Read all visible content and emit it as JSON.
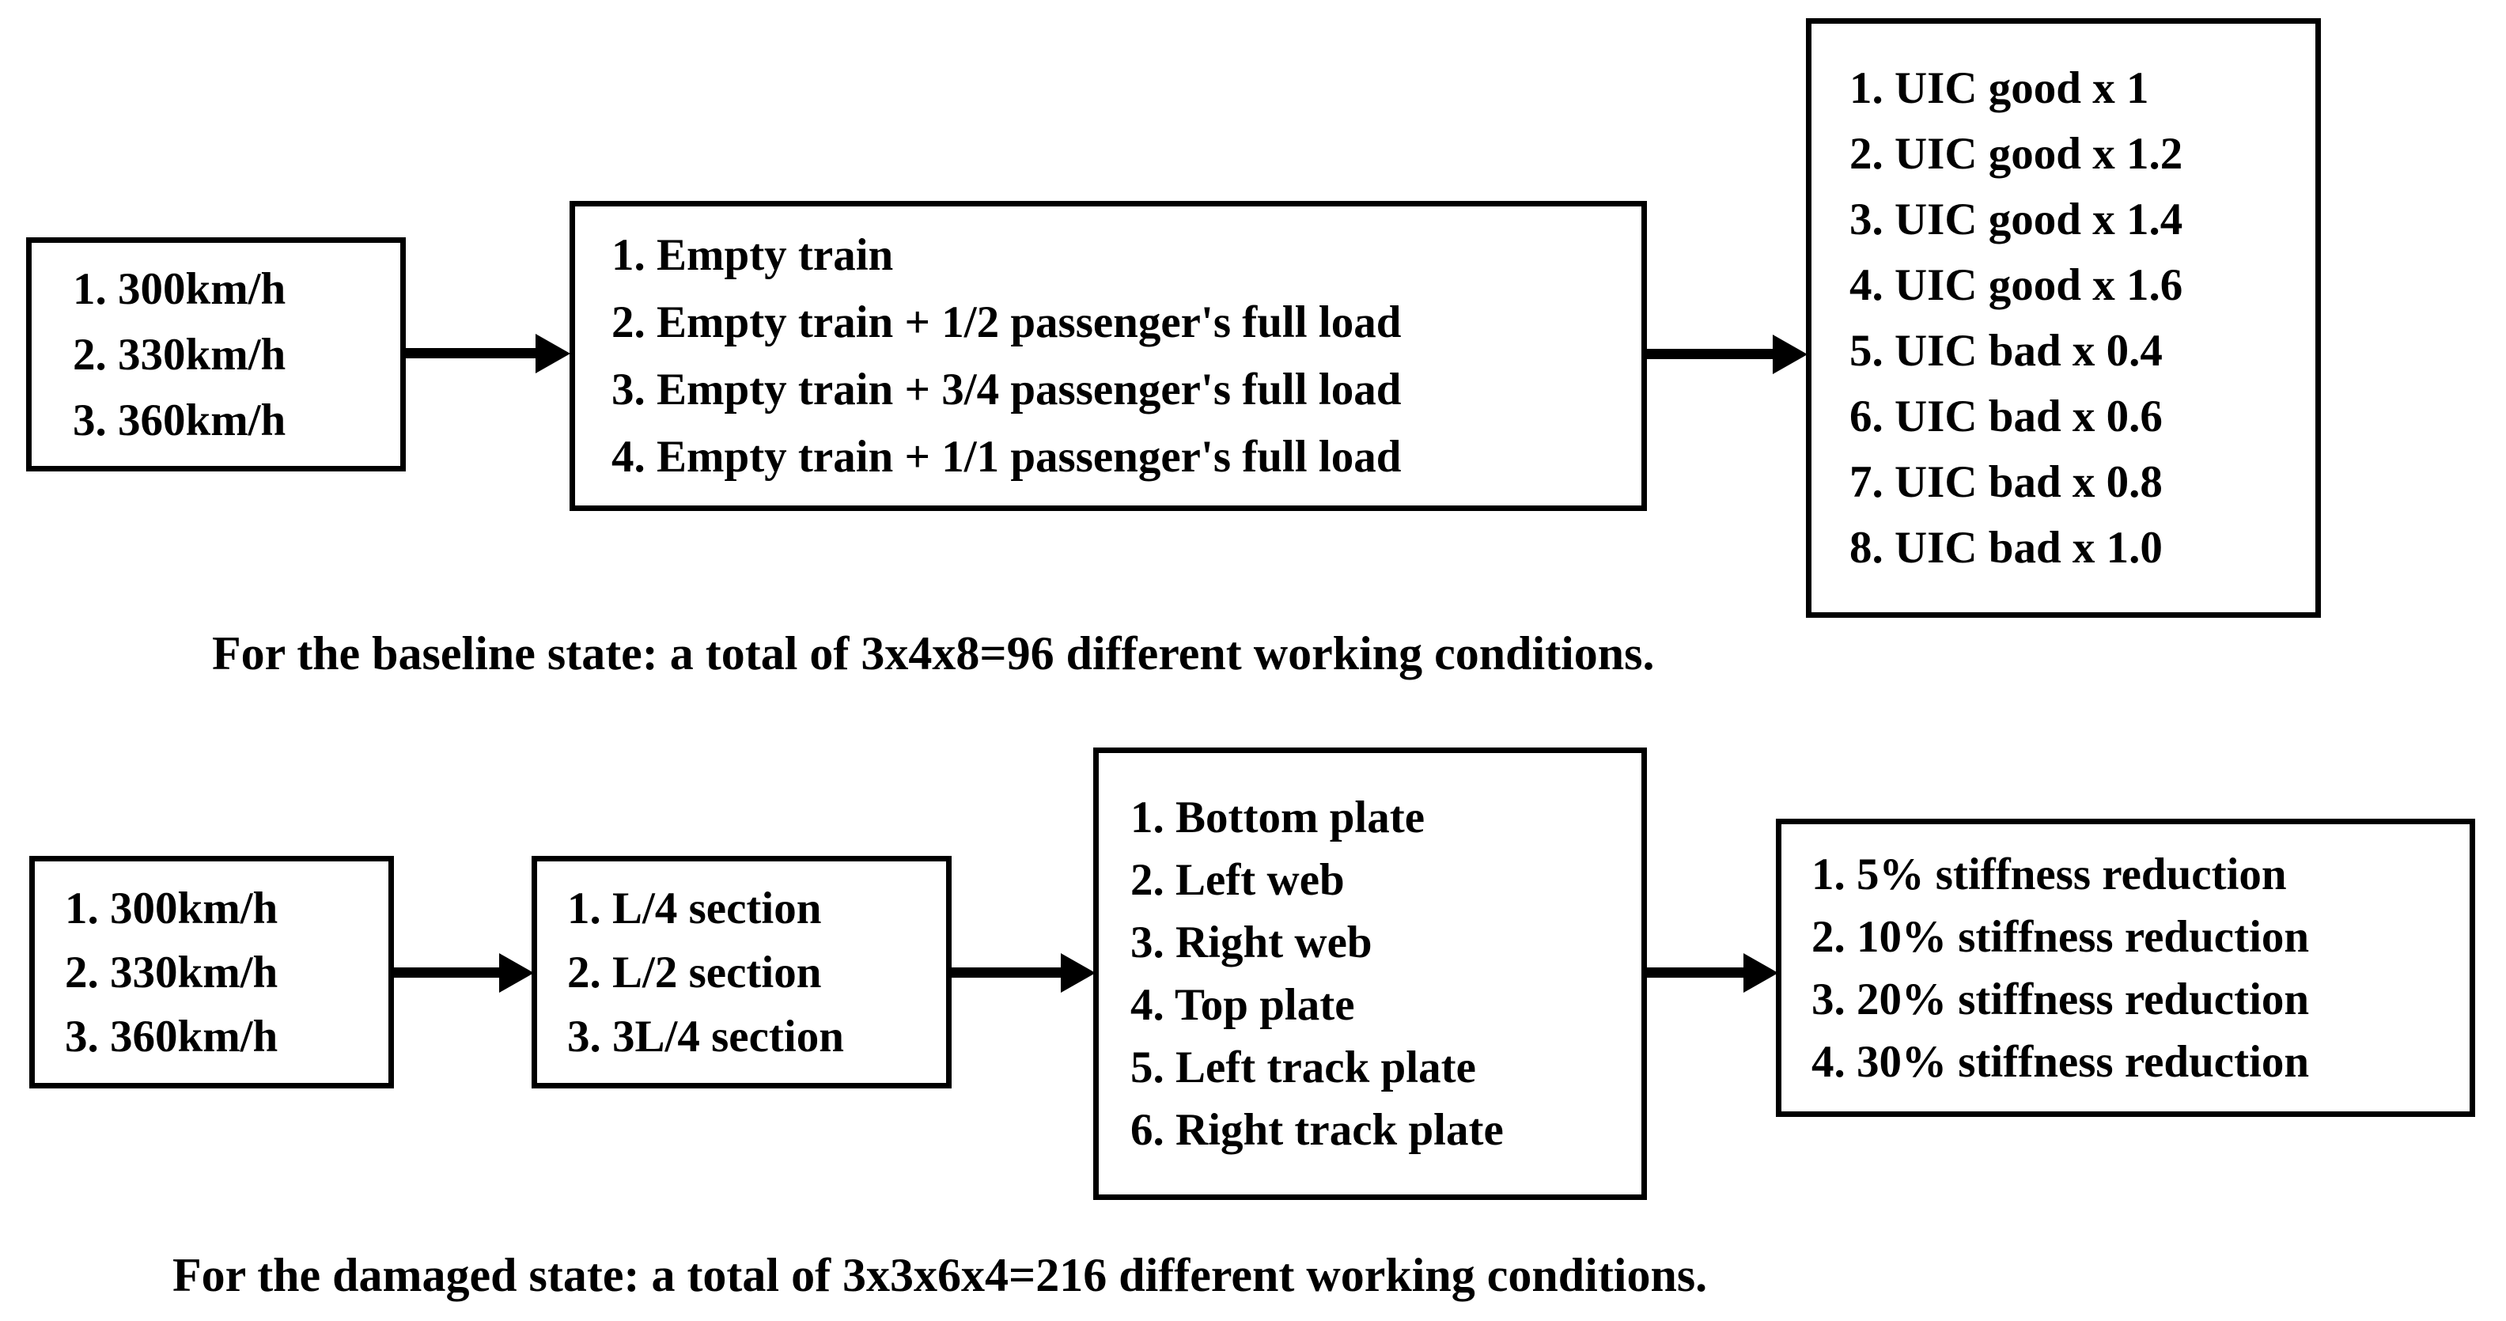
{
  "diagram": {
    "title_visible": false,
    "background_color": "#ffffff",
    "line_color": "#000000",
    "rows": [
      {
        "name": "baseline-state",
        "boxes": [
          {
            "name": "speeds",
            "items": [
              "1. 300km/h",
              "2. 330km/h",
              "3. 360km/h"
            ]
          },
          {
            "name": "train-loading",
            "items": [
              "1. Empty train",
              "2. Empty train + 1/2 passenger's full load",
              "3. Empty train + 3/4 passenger's full load",
              "4. Empty train + 1/1 passenger's full load"
            ]
          },
          {
            "name": "uic-track-irregularity",
            "items": [
              "1. UIC good x 1",
              "2. UIC good x 1.2",
              "3. UIC good x 1.4",
              "4. UIC good x 1.6",
              "5. UIC bad x 0.4",
              "6. UIC bad x 0.6",
              "7. UIC bad x 0.8",
              "8. UIC bad x 1.0"
            ]
          }
        ],
        "caption": "For the baseline state: a total of 3x4x8=96 different working conditions."
      },
      {
        "name": "damaged-state",
        "boxes": [
          {
            "name": "speeds",
            "items": [
              "1. 300km/h",
              "2. 330km/h",
              "3. 360km/h"
            ]
          },
          {
            "name": "sections",
            "items": [
              "1. L/4 section",
              "2. L/2 section",
              "3. 3L/4 section"
            ]
          },
          {
            "name": "components",
            "items": [
              "1. Bottom plate",
              "2. Left web",
              "3. Right web",
              "4. Top plate",
              "5. Left track plate",
              "6. Right track plate"
            ]
          },
          {
            "name": "stiffness-reduction",
            "items": [
              "1. 5% stiffness reduction",
              "2. 10% stiffness reduction",
              "3. 20% stiffness reduction",
              "4. 30% stiffness reduction"
            ]
          }
        ],
        "caption": "For the damaged state: a total of 3x3x6x4=216 different working conditions."
      }
    ]
  }
}
